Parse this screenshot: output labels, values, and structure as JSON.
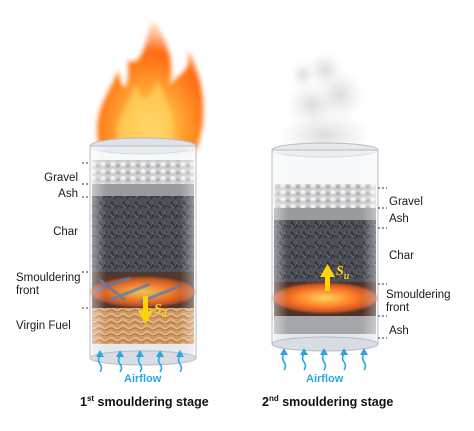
{
  "left_column": {
    "labels": {
      "gravel": "Gravel",
      "ash": "Ash",
      "char": "Char",
      "front_line1": "Smouldering",
      "front_line2": "front",
      "virgin": "Virgin Fuel"
    },
    "airflow": "Airflow",
    "title_num": "1",
    "title_sup": "st",
    "title_rest": " smouldering stage",
    "speed_symbol": "S",
    "speed_sub": "d"
  },
  "right_column": {
    "labels": {
      "gravel": "Gravel",
      "ash_top": "Ash",
      "char": "Char",
      "front_line1": "Smouldering",
      "front_line2": "front",
      "ash_bottom": "Ash"
    },
    "airflow": "Airflow",
    "title_num": "2",
    "title_sup": "nd",
    "title_rest": " smouldering stage",
    "speed_symbol": "S",
    "speed_sub": "u"
  },
  "colors": {
    "airflow_arrow": "#29a6e3",
    "speed_arrow": "#ffd400",
    "char": "#3a3d47",
    "glow": "#ff6a10",
    "fuel": "#c98a52",
    "flame": "#ff7a1a",
    "smoke": "#c8c8c8"
  }
}
